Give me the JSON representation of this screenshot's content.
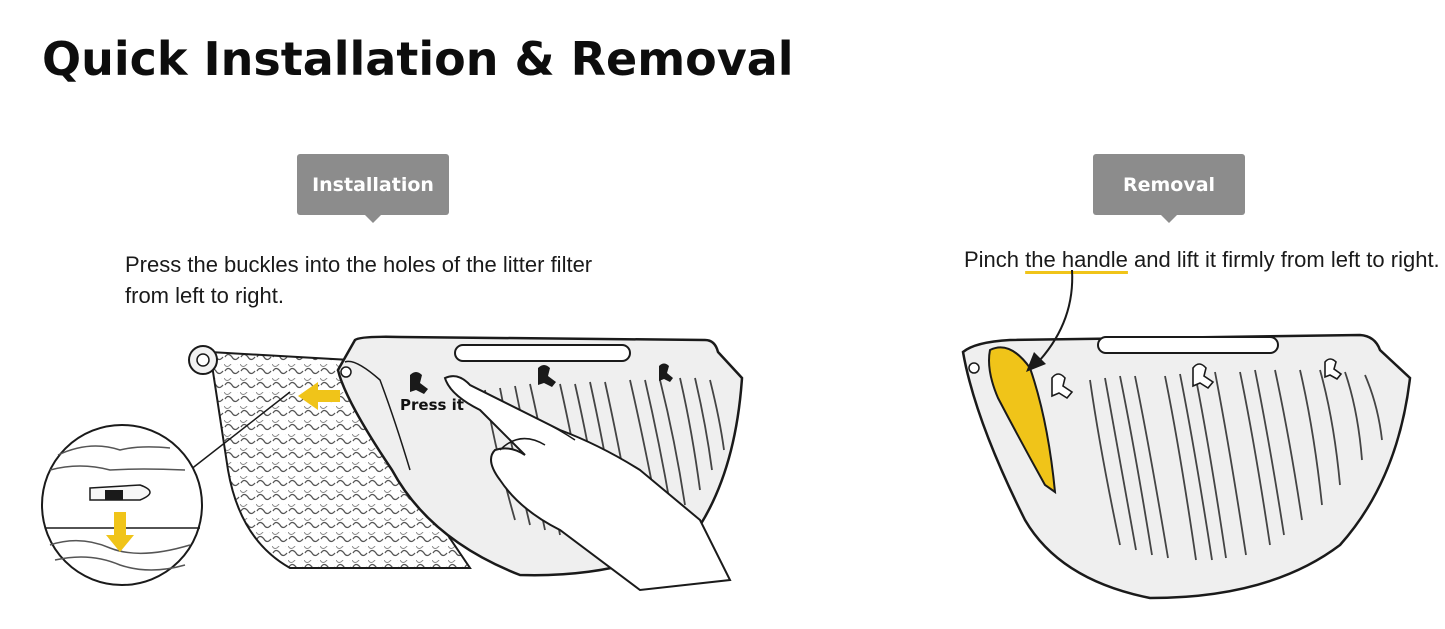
{
  "heading": "Quick Installation & Removal",
  "installation": {
    "tag": "Installation",
    "description": "Press the buckles into the holes of the litter filter from left to right.",
    "callout": "Press it"
  },
  "removal": {
    "tag": "Removal",
    "description_before": "Pinch ",
    "description_highlight": "the handle",
    "description_after": " and lift it firmly from left to right."
  },
  "colors": {
    "accent": "#f0c419",
    "tag_bg": "#8c8c8c",
    "panel_fill": "#efefef",
    "outline": "#1a1a1a"
  },
  "icons": [
    "arrow-left-icon",
    "arrow-down-icon",
    "curved-arrow-icon"
  ]
}
